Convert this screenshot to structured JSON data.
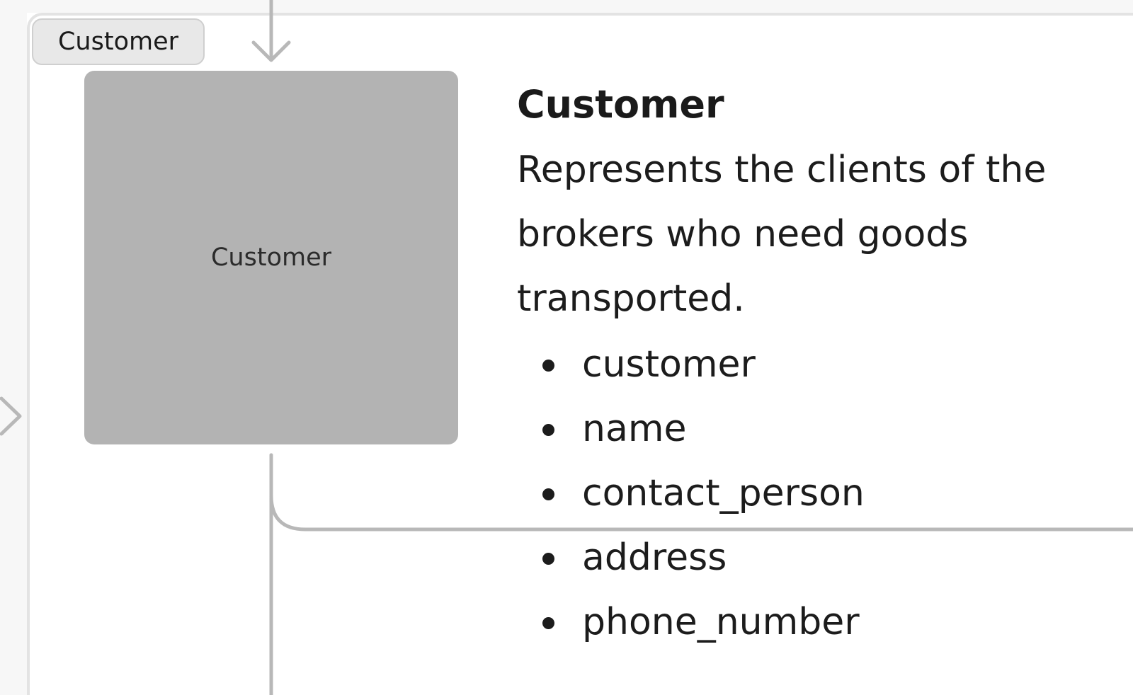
{
  "diagram": {
    "group_tag": "Customer",
    "node": {
      "label": "Customer"
    },
    "info": {
      "title": "Customer",
      "description_lines": [
        "Represents the clients of the",
        "brokers who need goods",
        "transported."
      ],
      "attributes": [
        "customer",
        "name",
        "contact_person",
        "address",
        "phone_number"
      ]
    },
    "colors": {
      "node_fill": "#b3b3b3",
      "connector": "#b8b8b8",
      "frame_border": "#e3e3e3",
      "tag_fill": "#e8e8e8"
    }
  }
}
